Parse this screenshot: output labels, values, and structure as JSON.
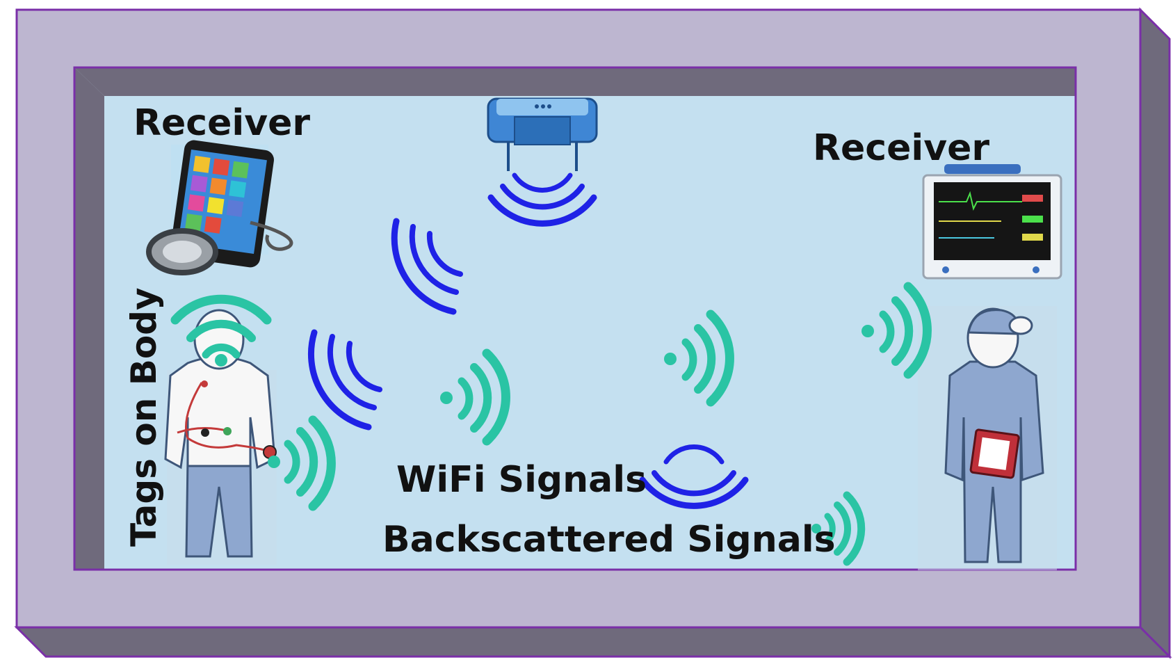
{
  "labels": {
    "receiver_left": "Receiver",
    "receiver_right": "Receiver",
    "tags_on_body": "Tags on Body",
    "wifi_signals": "WiFi Signals",
    "backscattered_signals": "Backscattered Signals"
  },
  "colors": {
    "frame_face": "#bdb6d0",
    "frame_shadow": "#6f6a7c",
    "frame_border": "#7a2fa8",
    "room_background": "#c4e0f0",
    "wifi_signal": "#1f22e6",
    "backscatter_signal": "#2ac4a4",
    "person": "#8ea7cf",
    "person_outline": "#3e5679"
  },
  "icons": [
    "wifi-access-point-icon",
    "tablet-stethoscope-icon",
    "patient-monitor-icon",
    "patient-figure-icon",
    "clinician-figure-icon"
  ]
}
